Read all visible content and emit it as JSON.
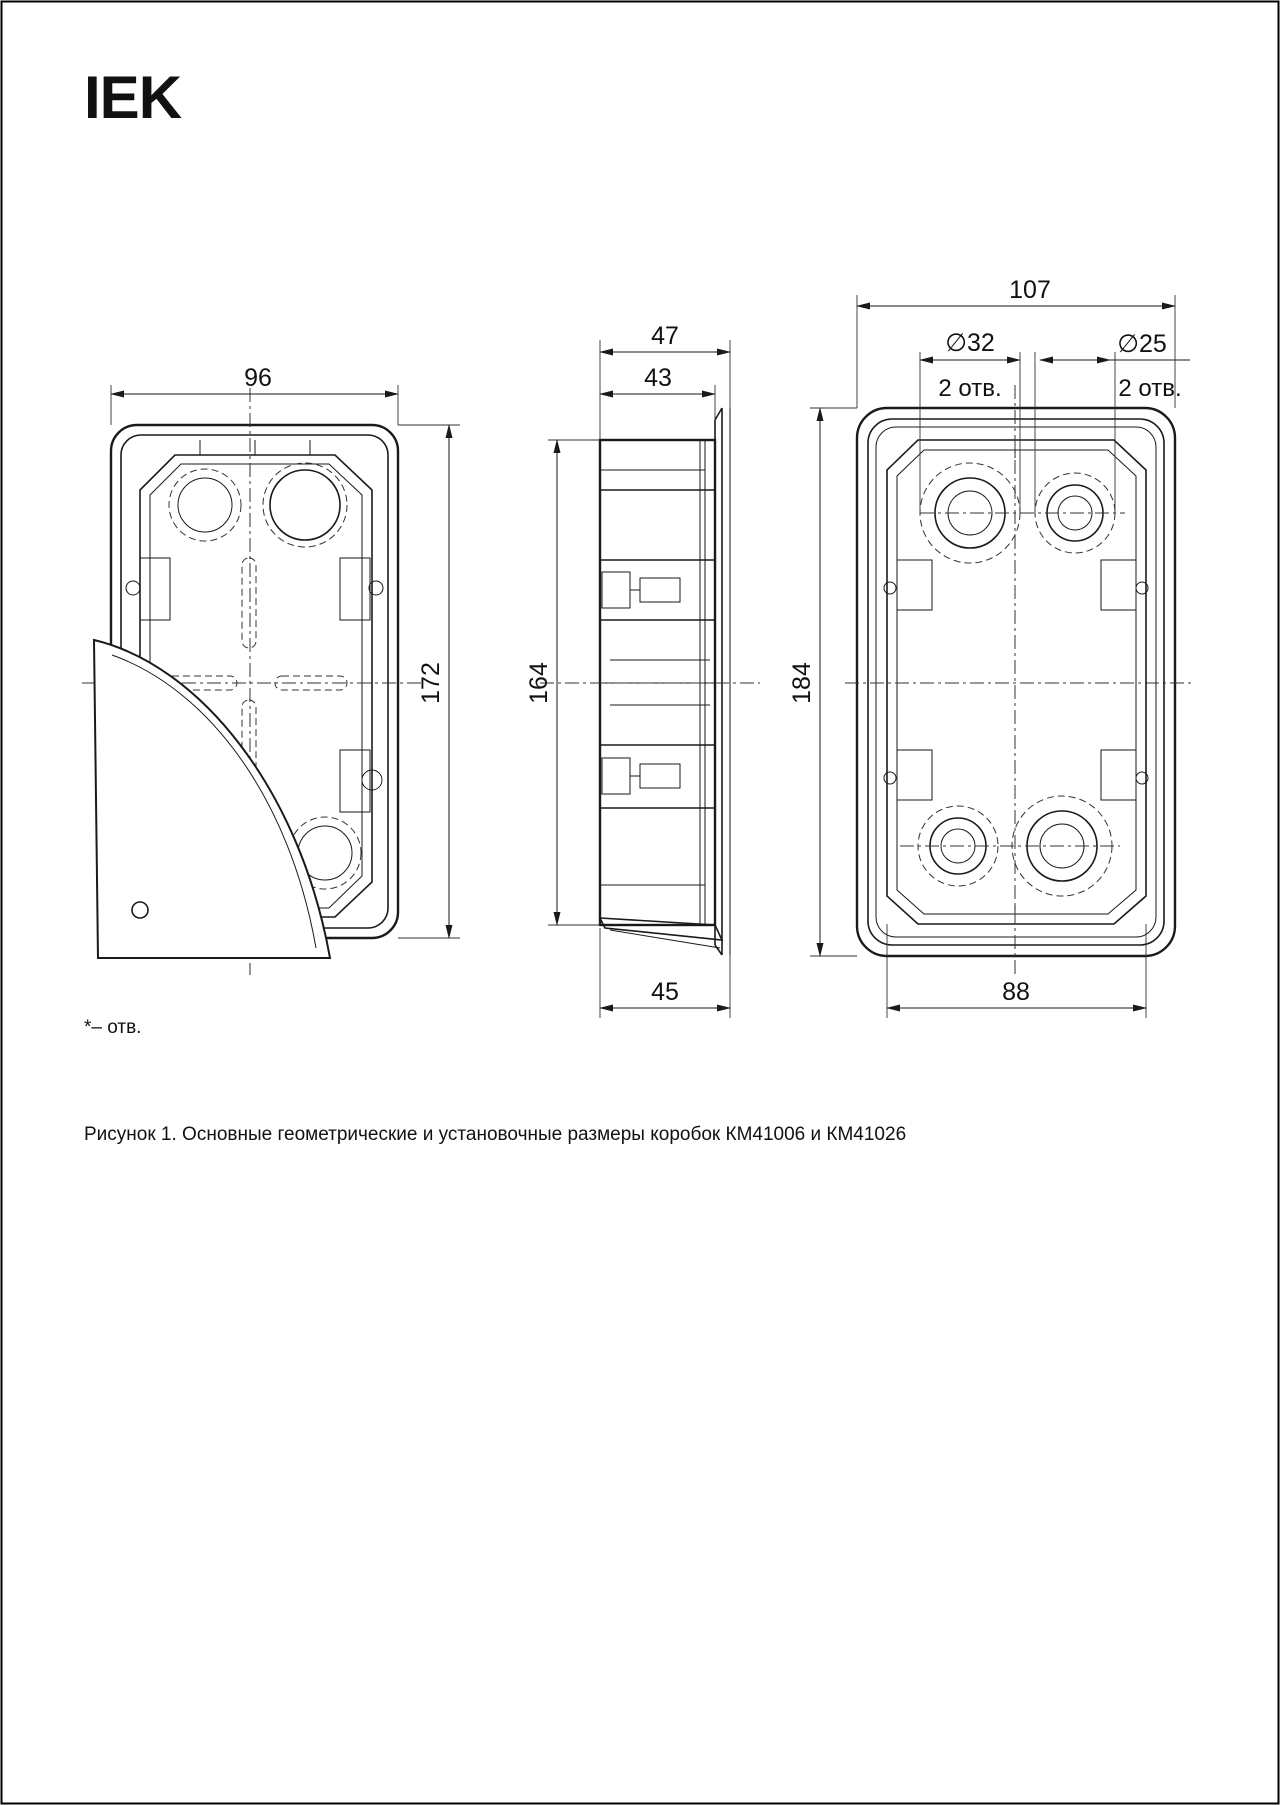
{
  "logo": {
    "text": "IEK"
  },
  "drawing": {
    "front_view": {
      "width_label": "96",
      "height_label": "172"
    },
    "side_view": {
      "top_outer_label": "47",
      "top_inner_label": "43",
      "height_label": "164",
      "bottom_label": "45"
    },
    "back_view": {
      "width_label": "107",
      "height_label": "184",
      "bottom_label": "88",
      "hole_large_label": "∅32",
      "hole_large_count": "2 отв.",
      "hole_small_label": "∅25",
      "hole_small_count": "2 отв."
    }
  },
  "note": "*– отв.",
  "caption": "Рисунок 1. Основные геометрические и установочные размеры коробок КМ41006 и КМ41026",
  "colors": {
    "line": "#1a1a1a",
    "background": "#ffffff",
    "frame": "#000000"
  }
}
